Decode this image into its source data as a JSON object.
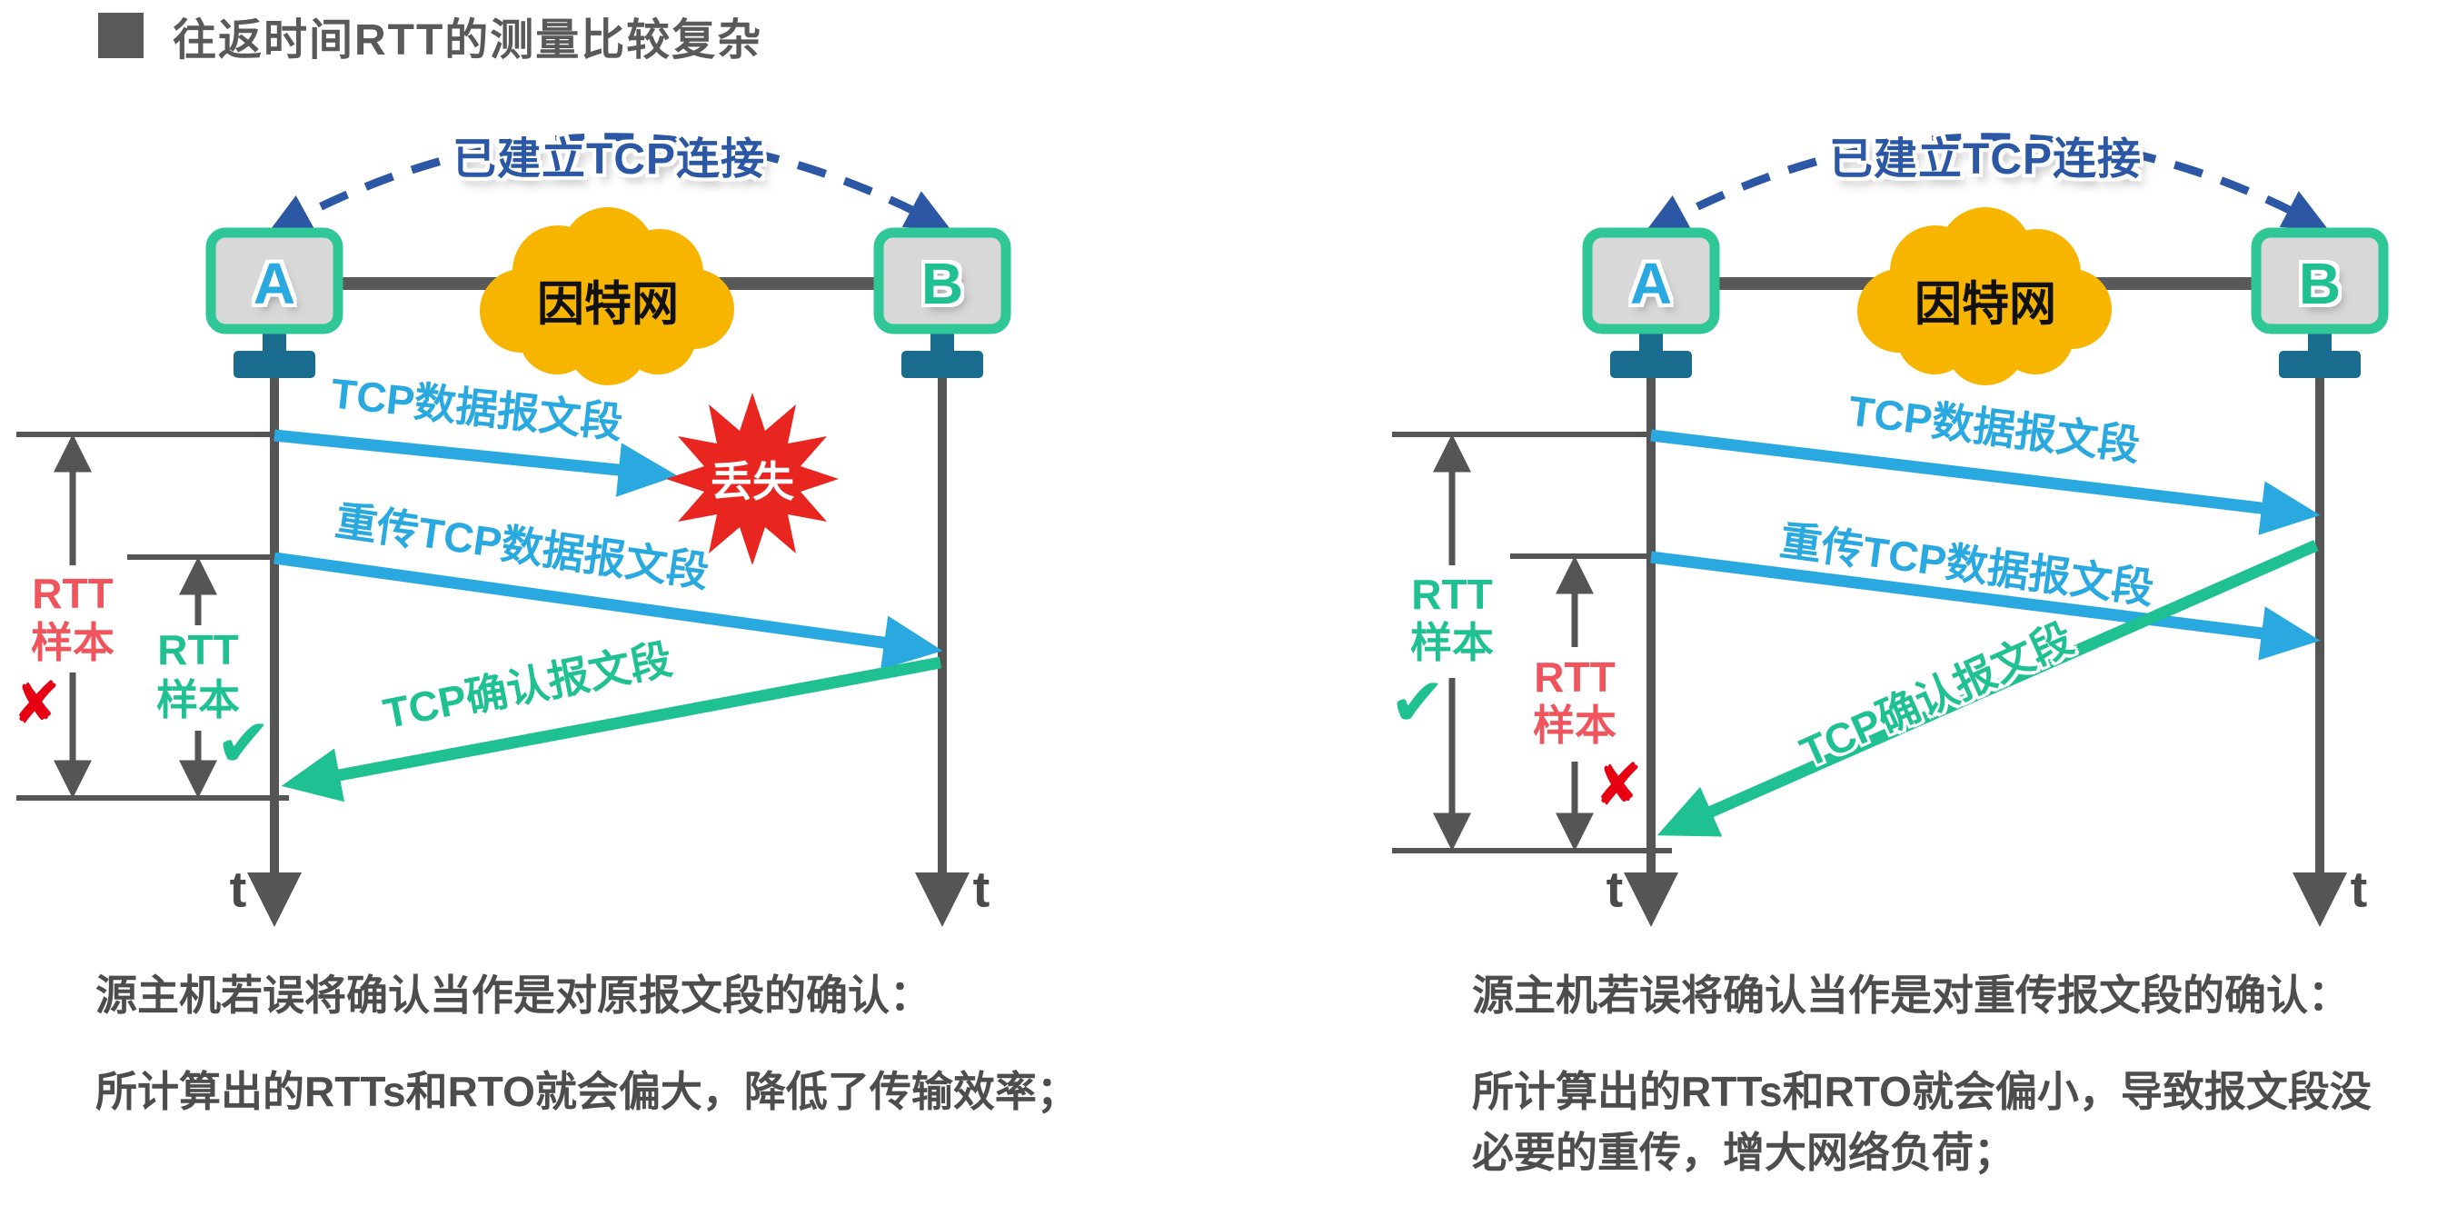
{
  "title": "往返时间RTT的测量比较复杂",
  "colors": {
    "accent_blue_arrow": "#29a9e0",
    "accent_green": "#1fc192",
    "connection_blue": "#2b57a5",
    "lost_red": "#e8251f",
    "rtt_red_text": "#f0545c",
    "cross_red": "#e60012",
    "cloud_yellow": "#f7b500",
    "monitor_border_green": "#2ec795",
    "stand_teal": "#1a6c8f",
    "gray_text": "#595959"
  },
  "diagrams": {
    "left": {
      "connection_label": "已建立TCP连接",
      "host_a_label": "A",
      "host_b_label": "B",
      "cloud_label": "因特网",
      "segment_label": "TCP数据报文段",
      "lost_label": "丢失",
      "retransmit_label": "重传TCP数据报文段",
      "ack_label": "TCP确认报文段",
      "rtt_invalid": {
        "line1": "RTT",
        "line2": "样本",
        "mark": "✘"
      },
      "rtt_valid": {
        "line1": "RTT",
        "line2": "样本",
        "mark": "✔"
      },
      "time_axis_label": "t",
      "caption_line1": "源主机若误将确认当作是对原报文段的确认：",
      "caption_line2": "所计算出的RTTs和RTO就会偏大，降低了传输效率；"
    },
    "right": {
      "connection_label": "已建立TCP连接",
      "host_a_label": "A",
      "host_b_label": "B",
      "cloud_label": "因特网",
      "segment_label": "TCP数据报文段",
      "retransmit_label": "重传TCP数据报文段",
      "ack_label": "TCP确认报文段",
      "rtt_valid": {
        "line1": "RTT",
        "line2": "样本",
        "mark": "✔"
      },
      "rtt_invalid": {
        "line1": "RTT",
        "line2": "样本",
        "mark": "✘"
      },
      "time_axis_label": "t",
      "caption_line1": "源主机若误将确认当作是对重传报文段的确认：",
      "caption_line2": "所计算出的RTTs和RTO就会偏小，导致报文段没必要的重传，增大网络负荷；"
    }
  }
}
